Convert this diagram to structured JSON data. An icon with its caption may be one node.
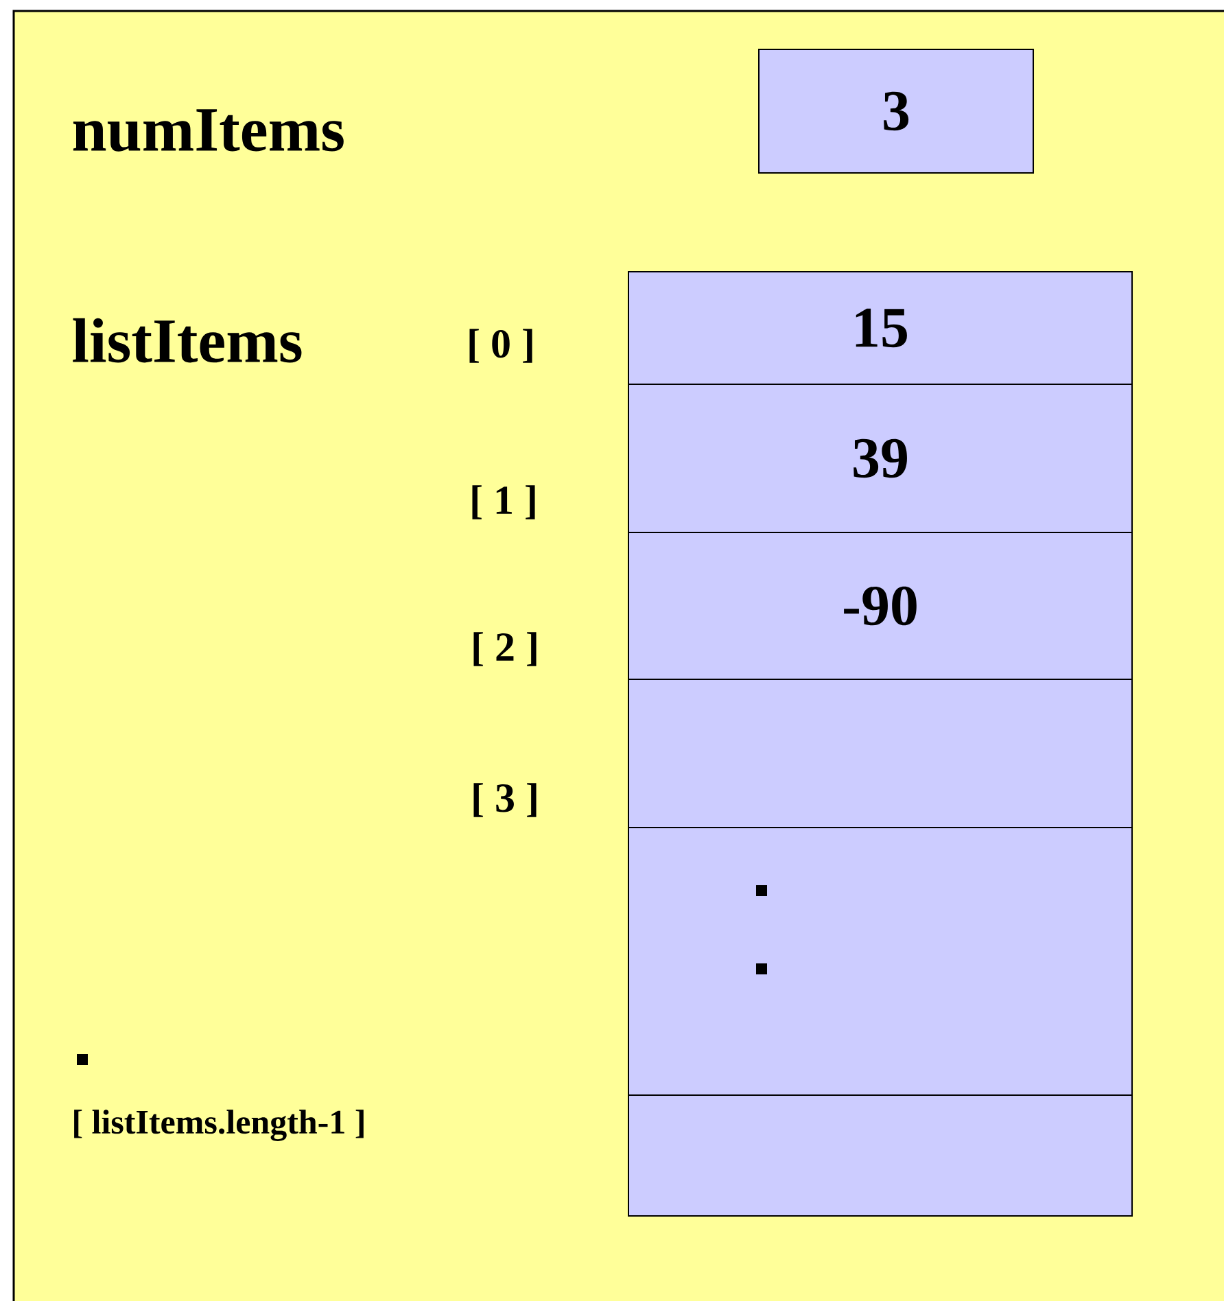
{
  "diagram": {
    "nodes": [
      {
        "text": [
          "3"
        ]
      },
      {
        "text": [
          "15"
        ]
      },
      {
        "text": [
          "39"
        ]
      },
      {
        "text": [
          "-90"
        ]
      },
      {
        "text": [],
        "shape": "box"
      },
      {
        "text": [],
        "shape": "box"
      },
      {
        "text": [],
        "shape": "box"
      }
    ],
    "labels": [
      "numItems",
      "listItems",
      "[ 0 ]",
      "[ 1 ]",
      "[ 2 ]",
      "[ 3 ]",
      "[ listItems.length-1 ]"
    ]
  }
}
